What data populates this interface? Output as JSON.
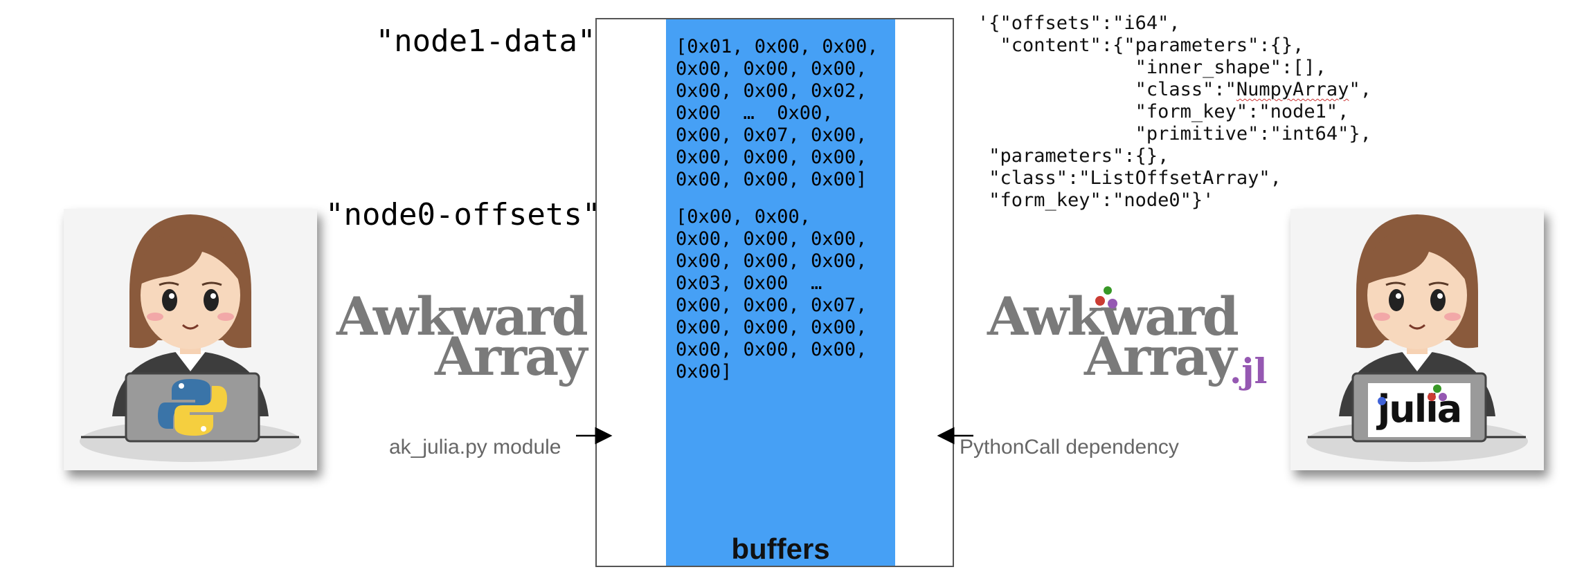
{
  "node_keys": {
    "data_key": "\"node1-data\" =>",
    "offsets_key": "\"node0-offsets\" =>"
  },
  "buffers": {
    "data_content": "[0x01, 0x00, 0x00,\n0x00, 0x00, 0x00,\n0x00, 0x00, 0x02,\n0x00  …  0x00,\n0x00, 0x07, 0x00,\n0x00, 0x00, 0x00,\n0x00, 0x00, 0x00]",
    "offsets_content": "[0x00, 0x00,\n0x00, 0x00, 0x00,\n0x00, 0x00, 0x00,\n0x03, 0x00  …\n0x00, 0x00, 0x07,\n0x00, 0x00, 0x00,\n0x00, 0x00, 0x00,\n0x00]",
    "label": "buffers",
    "color": "#46a0f5"
  },
  "form_json": {
    "line1": "'{\"offsets\":\"i64\",",
    "line2": "  \"content\":{\"parameters\":{},",
    "line3": "              \"inner_shape\":[],",
    "line4_prefix": "              \"class\":\"",
    "line4_word": "NumpyArray",
    "line4_suffix": "\",",
    "line5": "              \"form_key\":\"node1\",",
    "line6": "              \"primitive\":\"int64\"},",
    "line7": " \"parameters\":{},",
    "line8": " \"class\":\"ListOffsetArray\",",
    "line9": " \"form_key\":\"node0\"}'"
  },
  "left_logo": {
    "line1": "Awkward",
    "line2": "Array"
  },
  "right_logo": {
    "line1": "Awkward",
    "line2": "Array",
    "suffix": ".jl"
  },
  "laptop_logo_right": "julia",
  "connectors": {
    "left_label": "ak_julia.py module",
    "right_label": "PythonCall dependency"
  },
  "icons": {
    "left_laptop": "python-logo-icon",
    "right_laptop": "julia-logo-icon",
    "person": "woman-at-laptop-icon"
  },
  "colors": {
    "julia_purple": "#9558b2",
    "julia_red": "#cb3c33",
    "julia_green": "#389826",
    "julia_blue": "#4063d8",
    "python_blue": "#3a74a8",
    "python_yellow": "#f5cf3f"
  }
}
